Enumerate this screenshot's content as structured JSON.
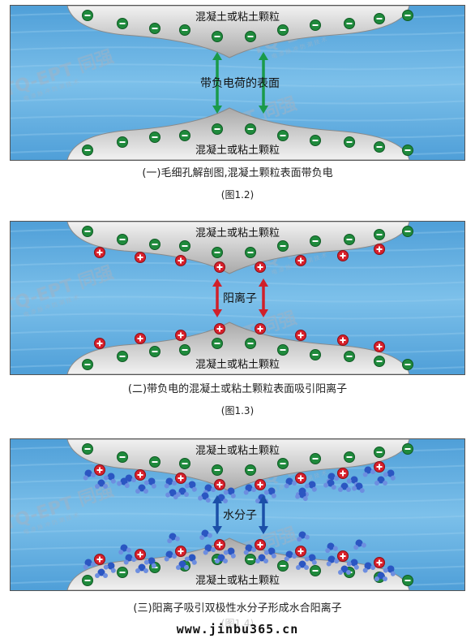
{
  "watermark": {
    "text": "TQ-EPT 同强",
    "tagline": "电 渗 脉 冲 防 潮 技 术"
  },
  "panels": [
    {
      "top_label": "混凝土或粘土颗粒",
      "bottom_label": "混凝土或粘土颗粒",
      "center_label": "带负电荷的表面",
      "caption": "(一)毛细孔解剖图,混凝土颗粒表面带负电",
      "fig": "(图1.2)",
      "arrow_color": "#1a9a4a"
    },
    {
      "top_label": "混凝土或粘土颗粒",
      "bottom_label": "混凝土或粘土颗粒",
      "center_label": "阳离子",
      "caption": "(二)带负电的混凝土或粘土颗粒表面吸引阳离子",
      "fig": "(图1.3)",
      "arrow_color": "#d0202a"
    },
    {
      "top_label": "混凝土或粘土颗粒",
      "bottom_label": "混凝土或粘土颗粒",
      "center_label": "水分子",
      "caption": "(三)阳离子吸引双极性水分子形成水合阳离子",
      "fig": "(图1.4)",
      "arrow_color": "#1b4fa8"
    }
  ],
  "footer": "www.jinbu365.cn",
  "colors": {
    "water": "#5aa7dc",
    "clay": "#cfcfcf",
    "negative": "#1f8a3c",
    "positive": "#d8202b",
    "molecule": "#2b56c2"
  }
}
